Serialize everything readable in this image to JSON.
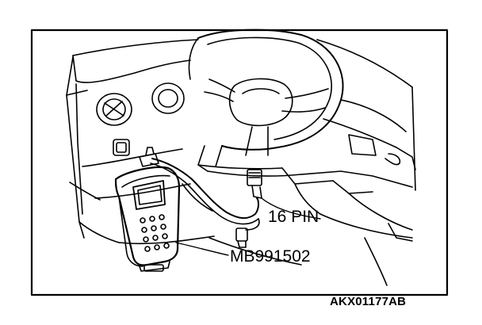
{
  "labels": {
    "connector_pin": "16 PIN",
    "tool_part_number": "MB991502",
    "figure_code": "AKX01177AB"
  },
  "colors": {
    "line": "#000000",
    "background": "#ffffff"
  },
  "icons": {
    "scan_tool": "handheld-diagnostic-tester-icon",
    "connector": "diagnostic-connector-icon"
  }
}
